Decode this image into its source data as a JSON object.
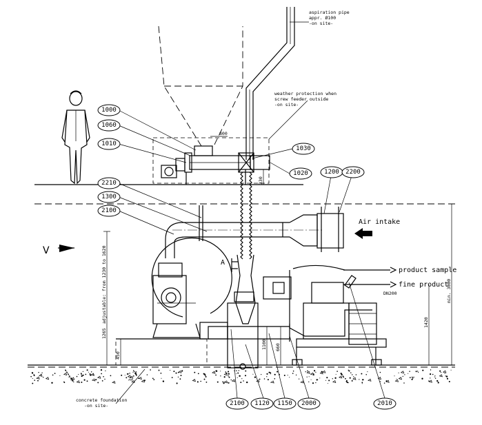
{
  "callouts": {
    "c1000": "1000",
    "c1060": "1060",
    "c1010": "1010",
    "c1030": "1030",
    "c1020": "1020",
    "c1200": "1200",
    "c2200": "2200",
    "c2210": "2210",
    "c1300": "1300",
    "c2100_top": "2100",
    "c2100_bottom": "2100",
    "c1120": "1120",
    "c1150": "1150",
    "c2000": "2000",
    "c2010": "2010"
  },
  "labels": {
    "aspiration_1": "aspiration pipe",
    "aspiration_2": "appr. Ø100",
    "aspiration_3": "-on site-",
    "weather_1": "weather protection when",
    "weather_2": "screw feeder outside",
    "weather_3": "-on site-",
    "air_intake": "Air intake",
    "product_sample": "product sample",
    "fine_product": "fine product",
    "dn200": "DN200",
    "concrete_1": "concrete foundation",
    "concrete_2": "-on site-",
    "view_v": "V",
    "section_a": "A"
  },
  "dimensions": {
    "d800": "800",
    "d330": "330",
    "adjustable": "adjustable: from 1230 to 1620",
    "d1265": "1265",
    "d450": "450",
    "d1100": "1100",
    "d660": "660",
    "d1420": "1420",
    "min3000": "min. 3000"
  }
}
